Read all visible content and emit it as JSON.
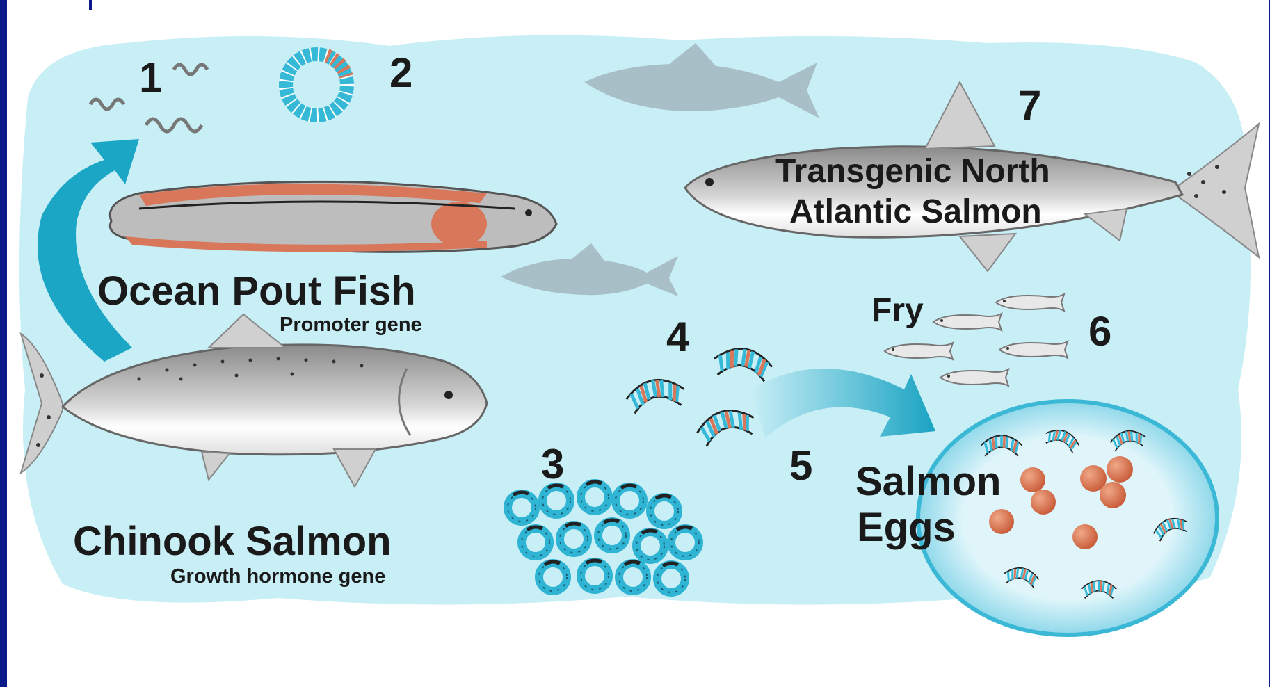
{
  "steps": [
    "1",
    "2",
    "3",
    "4",
    "5",
    "6",
    "7"
  ],
  "ocean_pout": {
    "name": "Ocean Pout Fish",
    "gene": "Promoter gene"
  },
  "chinook": {
    "name": "Chinook Salmon",
    "gene": "Growth hormone gene"
  },
  "transgenic": {
    "line1": "Transgenic North",
    "line2": "Atlantic Salmon"
  },
  "fry": "Fry",
  "eggs": {
    "line1": "Salmon",
    "line2": "Eggs"
  },
  "colors": {
    "water": "#c8eef6",
    "arrow": "#1aa6c4",
    "salmon_pink": "#d8775a",
    "dna_blue": "#35b9d6"
  }
}
